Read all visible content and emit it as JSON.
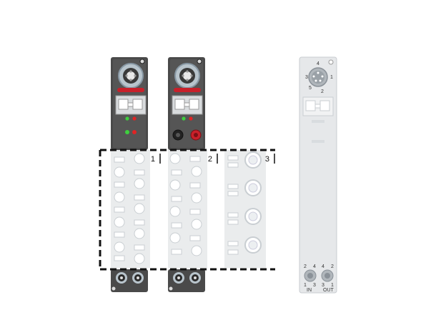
{
  "section_labels": [
    "1",
    "2",
    "3"
  ],
  "top_connector_pins": [
    "4",
    "3",
    "1",
    "5",
    "2"
  ],
  "bottom_in": {
    "pins": [
      "2",
      "4",
      "1",
      "3"
    ],
    "label": "IN"
  },
  "bottom_out": {
    "pins": [
      "4",
      "2",
      "3",
      "1"
    ],
    "label": "OUT"
  },
  "colors": {
    "housing_dark": "#4a4a4a",
    "housing_light": "#e6e8ea",
    "panel_light": "#eaeced",
    "led_green": "#3ecf3e",
    "led_red": "#e02424",
    "ring_red": "#c8202a",
    "dashed_border": "#111111"
  }
}
